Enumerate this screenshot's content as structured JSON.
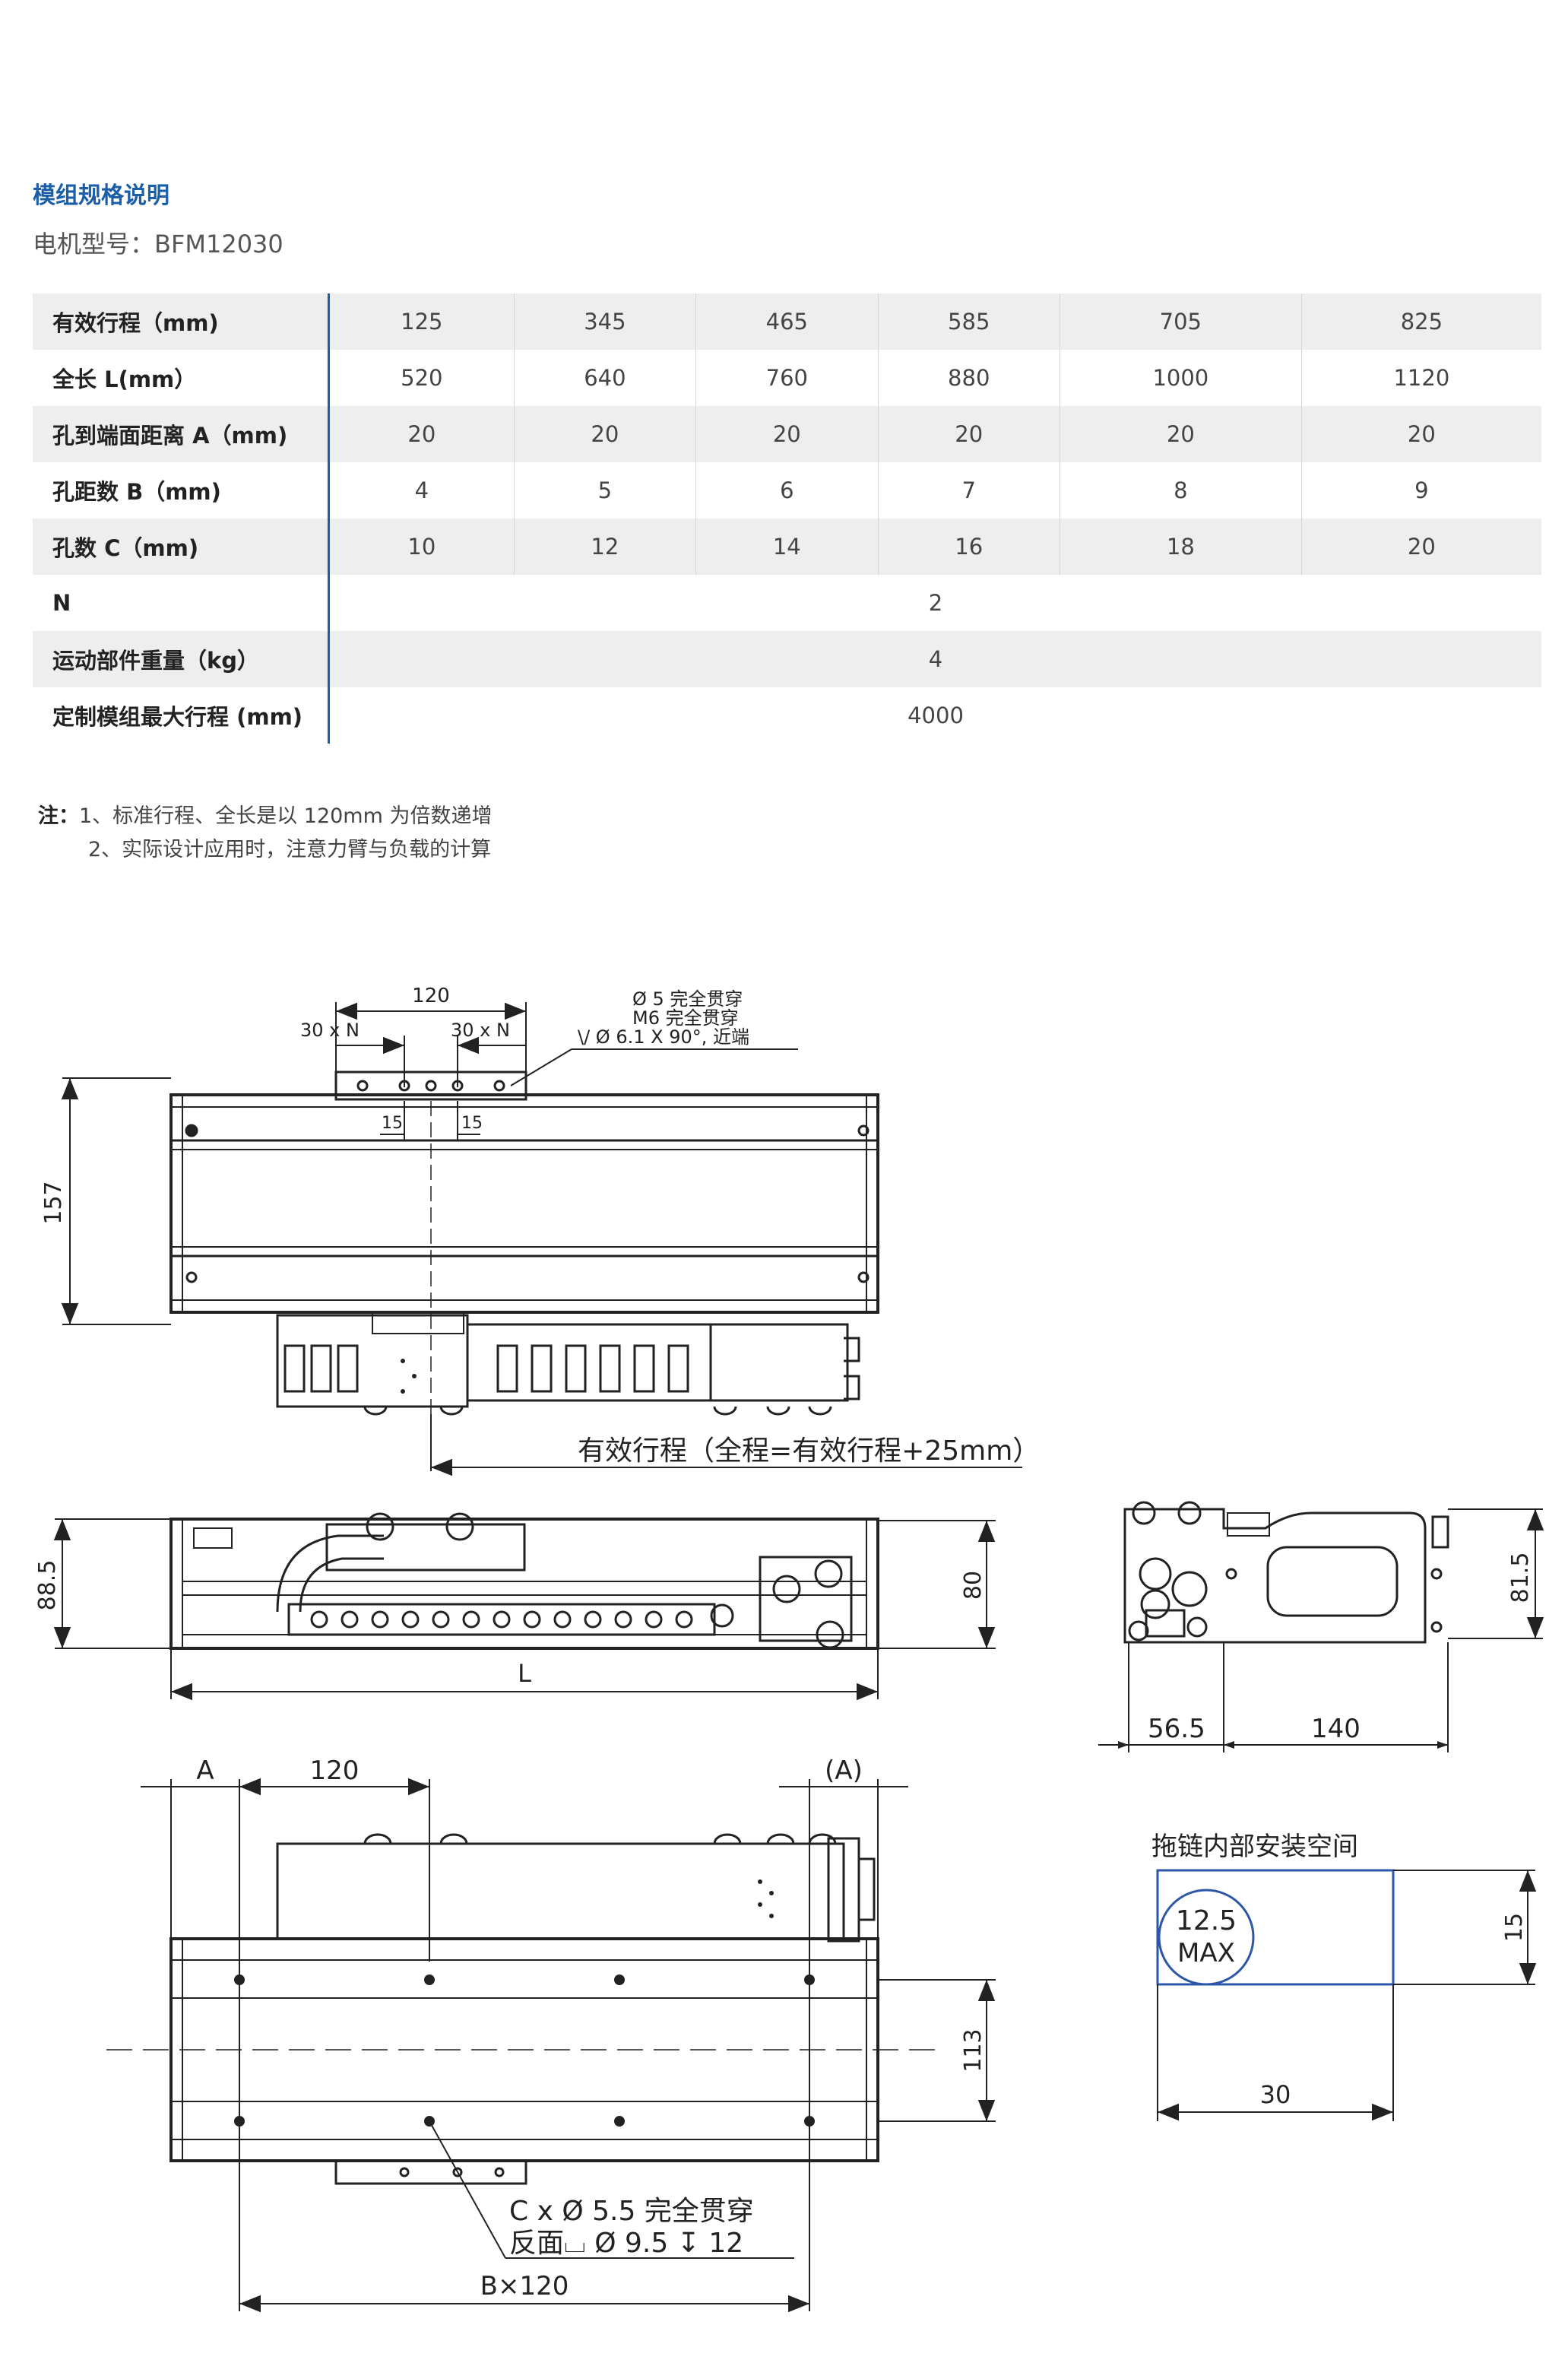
{
  "header": {
    "title": "模组规格说明",
    "motor_model": "电机型号：BFM12030"
  },
  "spec_table": {
    "rows": [
      {
        "label": "有效行程（mm)",
        "values": [
          "125",
          "345",
          "465",
          "585",
          "705",
          "825"
        ]
      },
      {
        "label": "全长 L(mm）",
        "values": [
          "520",
          "640",
          "760",
          "880",
          "1000",
          "1120"
        ]
      },
      {
        "label": "孔到端面距离 A（mm)",
        "values": [
          "20",
          "20",
          "20",
          "20",
          "20",
          "20"
        ]
      },
      {
        "label": "孔距数 B（mm)",
        "values": [
          "4",
          "5",
          "6",
          "7",
          "8",
          "9"
        ]
      },
      {
        "label": "孔数 C（mm)",
        "values": [
          "10",
          "12",
          "14",
          "16",
          "18",
          "20"
        ]
      },
      {
        "label": "N",
        "value": "2"
      },
      {
        "label": "运动部件重量（kg）",
        "value": "4"
      },
      {
        "label": "定制模组最大行程 (mm)",
        "value": "4000"
      }
    ]
  },
  "notes": {
    "prefix": "注：",
    "line1": "1、标准行程、全长是以 120mm 为倍数递增",
    "line2": "2、实际设计应用时，注意力臂与负载的计算"
  },
  "drawing": {
    "dim_120_top": "120",
    "dim_30xN_left": "30 x N",
    "dim_30xN_right": "30 x N",
    "hole_note_1": "Ø 5 完全贯穿",
    "hole_note_2": "M6  完全贯穿",
    "hole_note_3": "\\/ Ø 6.1 X 90°, 近端",
    "dim_15_left": "15",
    "dim_15_right": "15",
    "dim_157": "157",
    "stroke_label": "有效行程（全程=有效行程+25mm）",
    "dim_88_5": "88.5",
    "dim_80": "80",
    "dim_L": "L",
    "dim_81_5": "81.5",
    "dim_56_5": "56.5",
    "dim_140": "140",
    "dim_A": "A",
    "dim_120_bottom": "120",
    "dim_A_paren": "(A)",
    "dim_113": "113",
    "hole_spec_1": "C x Ø 5.5 完全贯穿",
    "hole_spec_2": "反面⌴ Ø 9.5 ↧ 12",
    "dim_Bx120": "B×120",
    "chain_title": "拖链内部安装空间",
    "chain_max_value": "12.5",
    "chain_max_label": "MAX",
    "dim_15_chain": "15",
    "dim_30_chain": "30"
  }
}
